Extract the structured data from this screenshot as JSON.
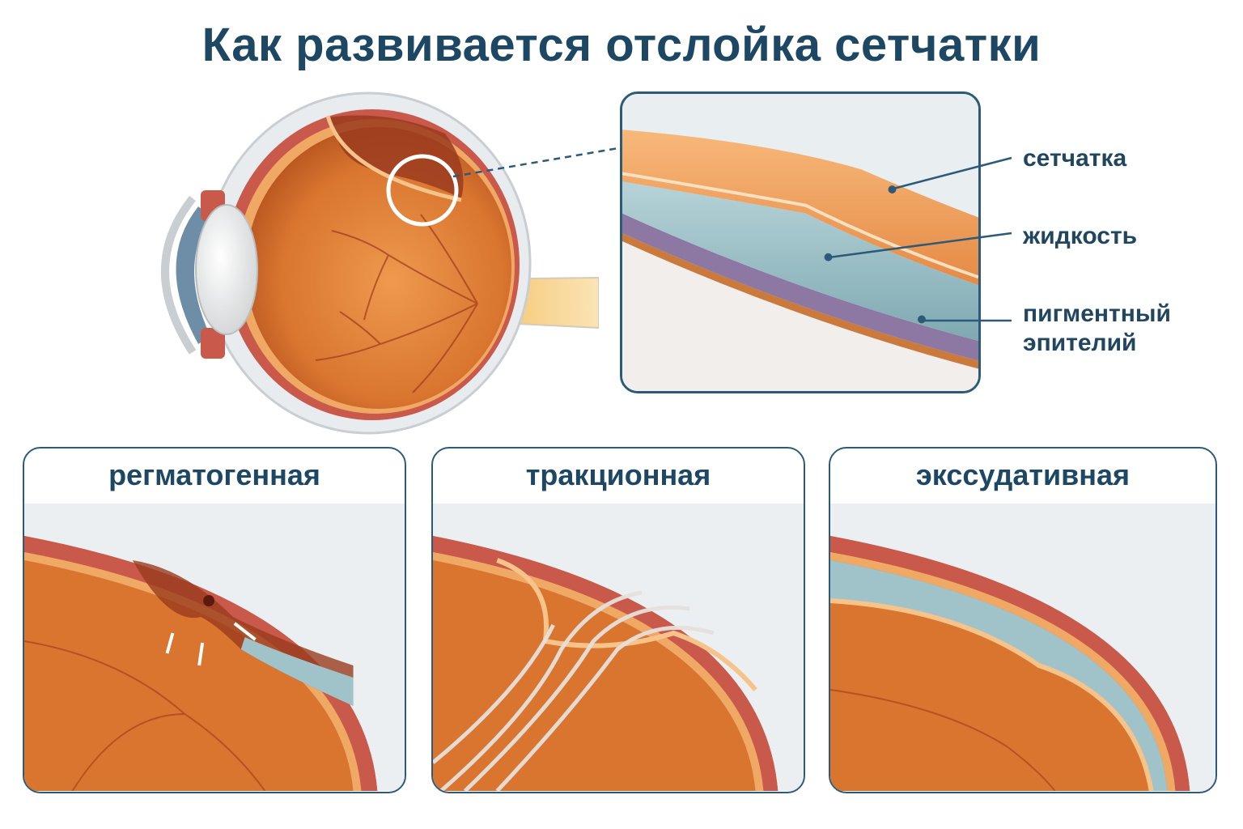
{
  "title": "Как развивается отслойка сетчатки",
  "zoom_labels": {
    "retina": "сетчатка",
    "fluid": "жидкость",
    "pigment_line1": "пигментный",
    "pigment_line2": "эпителий"
  },
  "cards": [
    {
      "title": "регматогенная"
    },
    {
      "title": "тракционная"
    },
    {
      "title": "экссудативная"
    }
  ],
  "colors": {
    "heading": "#1d4763",
    "border": "#2c5a78",
    "fundus": "#d9752f",
    "retina_band": "#f0a865",
    "fluid": "#9fc3c9",
    "pigment": "#8c78a3",
    "sclera": "#e9ecef"
  }
}
